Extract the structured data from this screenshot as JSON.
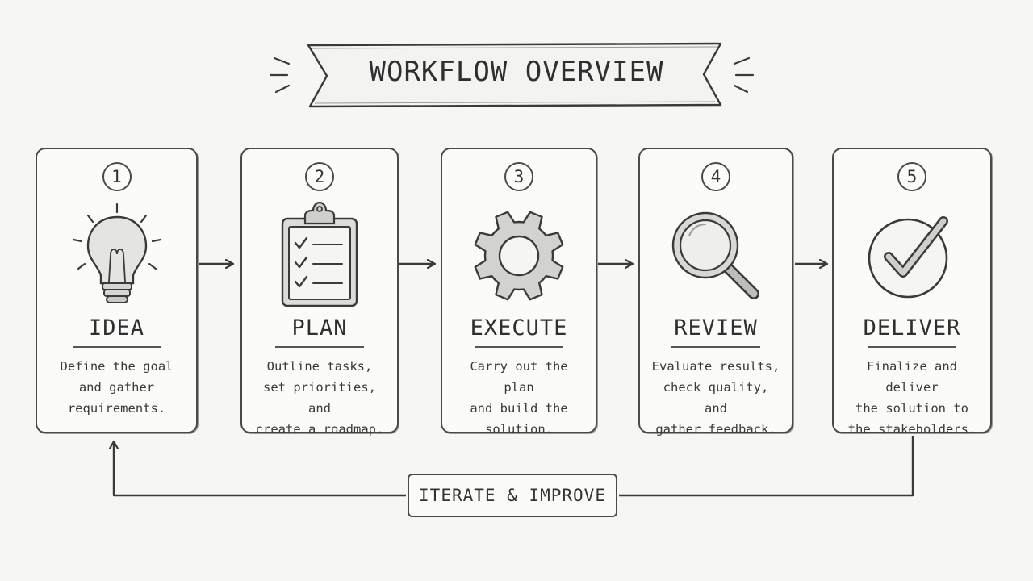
{
  "diagram": {
    "title": "WORKFLOW OVERVIEW",
    "steps": [
      {
        "number": "1",
        "title": "IDEA",
        "icon": "lightbulb-icon",
        "desc_lines": [
          "Define the goal",
          "and gather",
          "requirements."
        ]
      },
      {
        "number": "2",
        "title": "PLAN",
        "icon": "clipboard-checklist-icon",
        "desc_lines": [
          "Outline tasks,",
          "set priorities, and",
          "create a roadmap."
        ]
      },
      {
        "number": "3",
        "title": "EXECUTE",
        "icon": "gear-icon",
        "desc_lines": [
          "Carry out the plan",
          "and build the",
          "solution."
        ]
      },
      {
        "number": "4",
        "title": "REVIEW",
        "icon": "magnifying-glass-icon",
        "desc_lines": [
          "Evaluate results,",
          "check quality, and",
          "gather feedback."
        ]
      },
      {
        "number": "5",
        "title": "DELIVER",
        "icon": "checkmark-circle-icon",
        "desc_lines": [
          "Finalize and deliver",
          "the solution to",
          "the stakeholders."
        ]
      }
    ],
    "loop": {
      "label": "ITERATE & IMPROVE"
    }
  },
  "colors": {
    "background": "#f6f6f4",
    "ink": "#3a3a3a",
    "card_fill": "#fbfbfa",
    "shade": "#bdbdbd"
  }
}
